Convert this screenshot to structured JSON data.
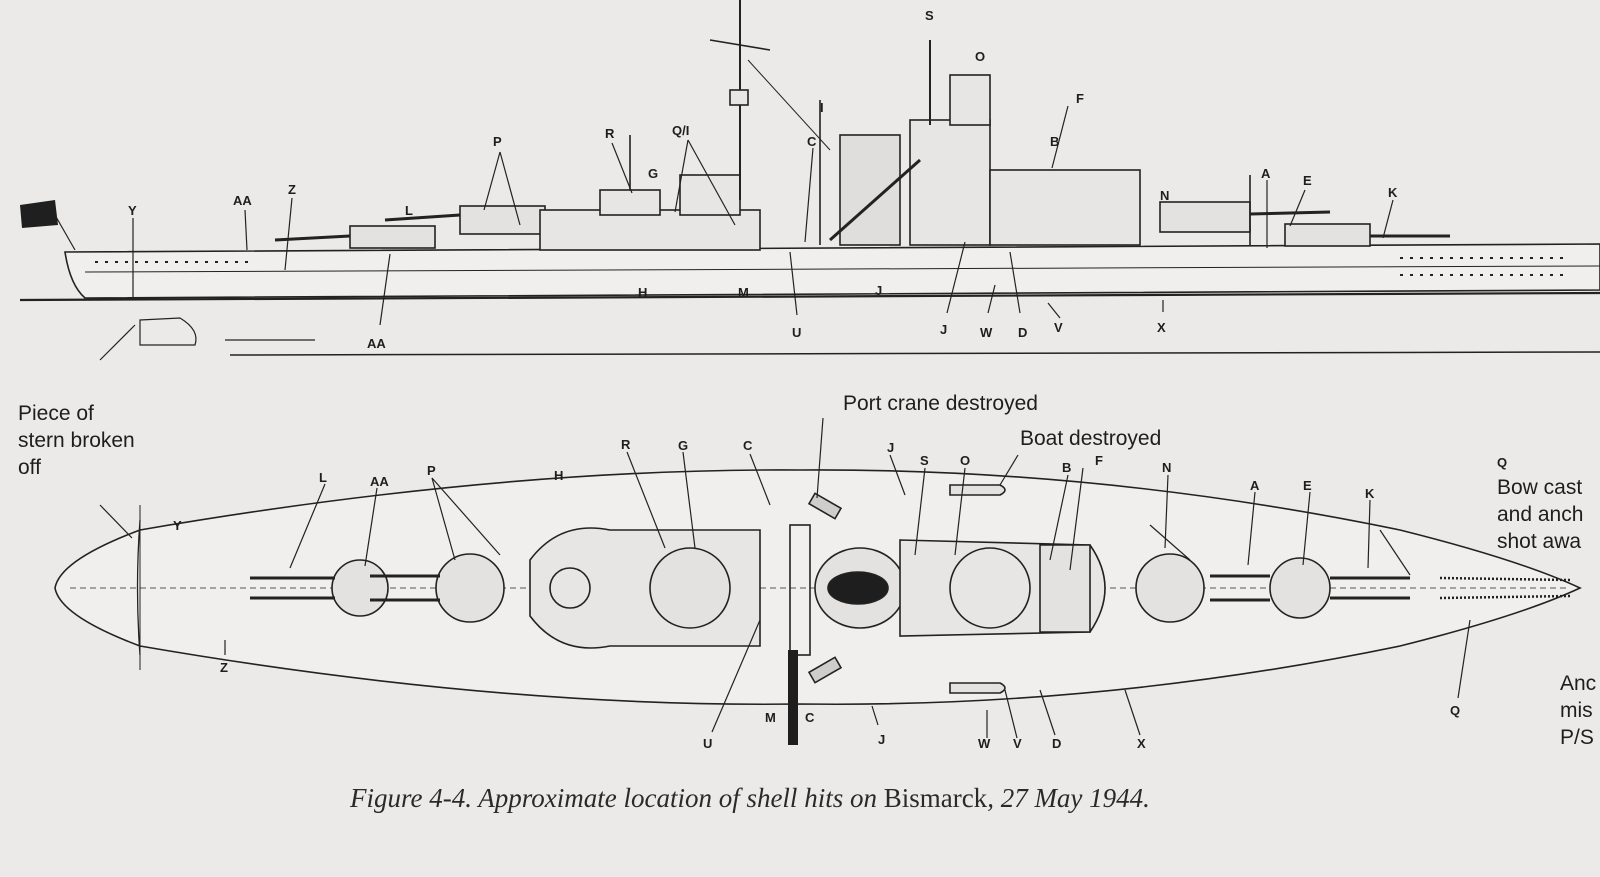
{
  "side_labels": [
    "Y",
    "AA",
    "Z",
    "L",
    "P",
    "R",
    "G",
    "Q/I",
    "C",
    "I",
    "S",
    "O",
    "F",
    "B",
    "N",
    "A",
    "E",
    "K",
    "AA",
    "H",
    "M",
    "J",
    "U",
    "J",
    "W",
    "D",
    "V",
    "X"
  ],
  "plan_labels": [
    "L",
    "AA",
    "P",
    "H",
    "R",
    "G",
    "C",
    "J",
    "S",
    "O",
    "B",
    "F",
    "N",
    "A",
    "E",
    "K",
    "Y",
    "Z",
    "U",
    "M",
    "C",
    "J",
    "W",
    "V",
    "D",
    "X",
    "Q",
    "Q"
  ],
  "notes": {
    "stern_piece": [
      "Piece of",
      "stern broken",
      "off"
    ],
    "port_crane": "Port crane destroyed",
    "boat": "Boat destroyed",
    "bow": [
      "Bow cast",
      "and anch",
      "shot awa"
    ],
    "anchor": [
      "Anc",
      "mis",
      "P/S"
    ]
  },
  "caption": {
    "prefix": "Figure 4-4. Approximate location of shell hits on ",
    "ship": "Bismarck",
    "suffix": ", 27 May 1944."
  }
}
